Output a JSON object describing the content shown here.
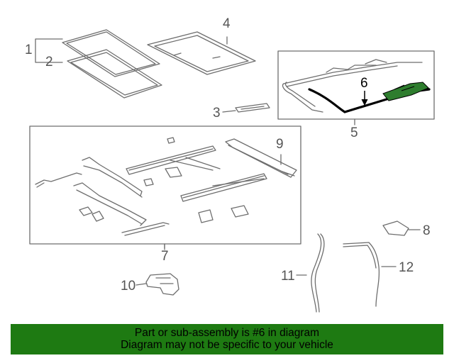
{
  "callouts": {
    "c1": "1",
    "c2": "2",
    "c3": "3",
    "c4": "4",
    "c5": "5",
    "c6": "6",
    "c7": "7",
    "c8": "8",
    "c9": "9",
    "c10": "10",
    "c11": "11",
    "c12": "12"
  },
  "highlight_part": "6",
  "banner": {
    "line1": "Part or sub-assembly is #6 in diagram",
    "line2": "Diagram may not be specific to your vehicle",
    "background": "#1e7a12"
  },
  "colors": {
    "line": "#6e6e6e",
    "highlight": "#000000",
    "highlight_fill": "#2e7d2e"
  }
}
